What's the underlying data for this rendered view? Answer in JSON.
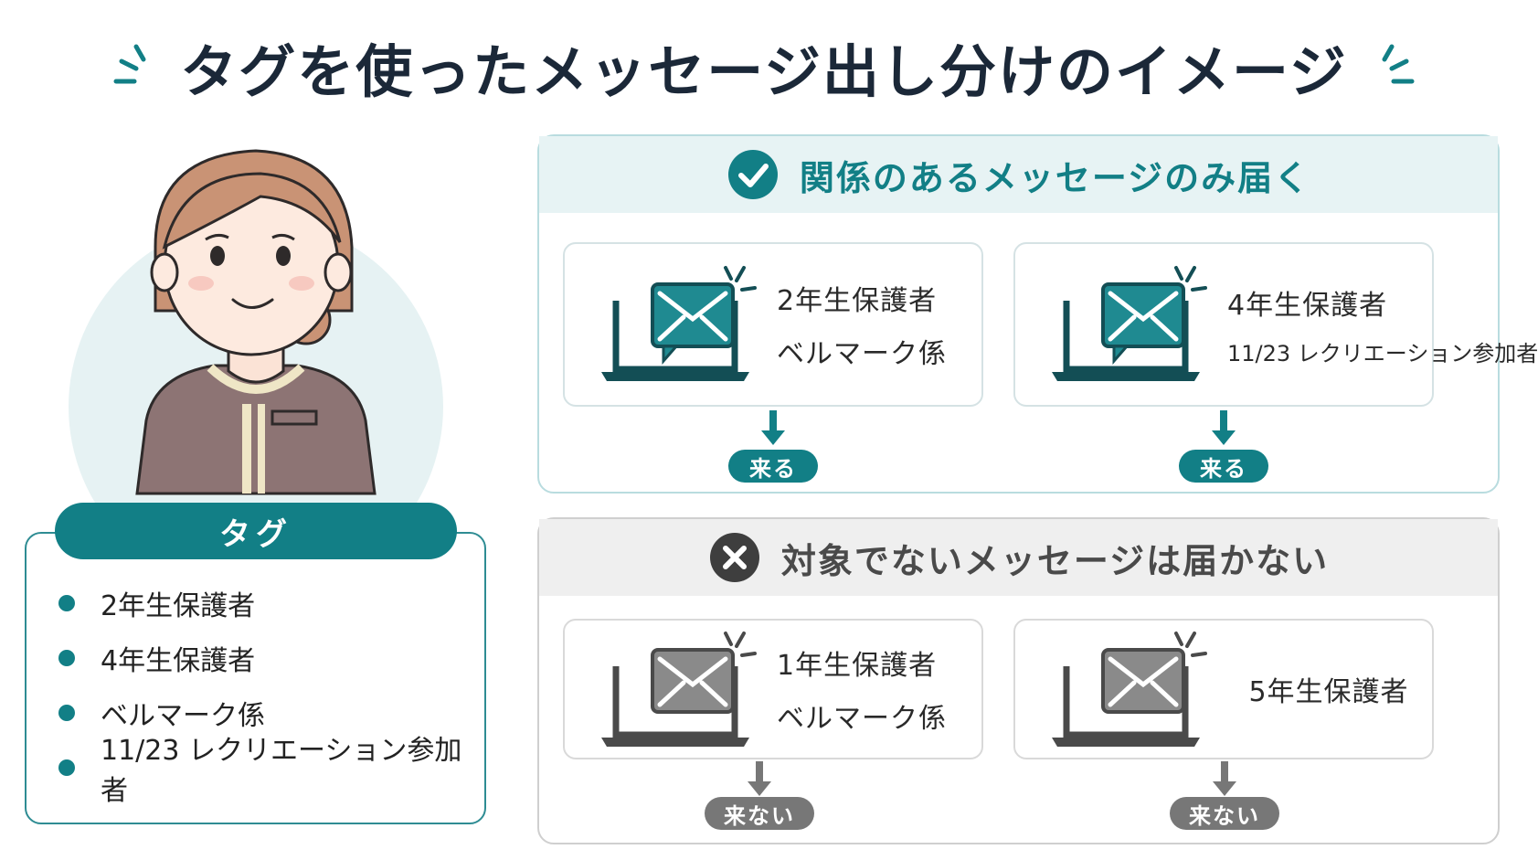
{
  "title": "タグを使ったメッセージ出し分けのイメージ",
  "tag_panel": {
    "header": "タグ",
    "items": [
      "2年生保護者",
      "4年生保護者",
      "ベルマーク係",
      "11/23 レクリエーション参加者"
    ]
  },
  "panel_ok": {
    "title": "関係のあるメッセージのみ届く",
    "cards": [
      {
        "tags": [
          "2年生保護者",
          "ベルマーク係"
        ],
        "result": "来る"
      },
      {
        "tags": [
          "4年生保護者",
          "11/23 レクリエーション参加者"
        ],
        "result": "来る"
      }
    ]
  },
  "panel_ng": {
    "title": "対象でないメッセージは届かない",
    "cards": [
      {
        "tags": [
          "1年生保護者",
          "ベルマーク係"
        ],
        "result": "来ない"
      },
      {
        "tags": [
          "5年生保護者"
        ],
        "result": "来ない"
      }
    ]
  },
  "colors": {
    "accent": "#127f86",
    "accent_light": "#e7f3f4",
    "muted": "#777777",
    "muted_light": "#efefef"
  },
  "icons": {
    "title_decoration": "sparkle-lines-icon",
    "ok": "check-circle-icon",
    "ng": "cross-circle-icon",
    "card": "laptop-mail-icon",
    "down": "arrow-down-icon"
  }
}
